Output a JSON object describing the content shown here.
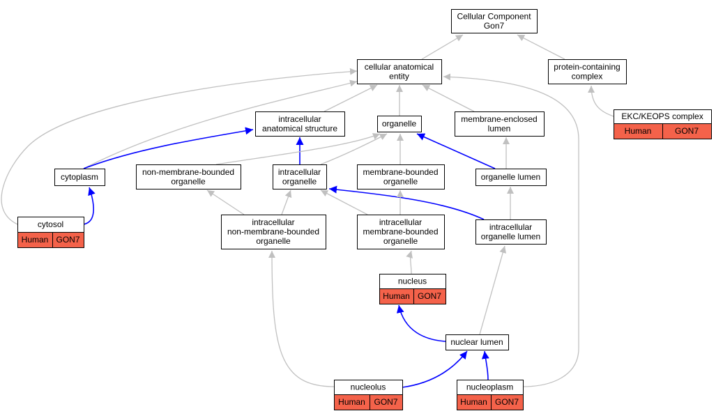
{
  "colors": {
    "regular_edge": "#c0c0c0",
    "highlight_edge": "#0000ff",
    "annotated_cell": "#f4624a",
    "node_fill": "#ffffff",
    "border": "#000000"
  },
  "nodes": {
    "root": {
      "lines": [
        "Cellular Component",
        "Gon7"
      ]
    },
    "cae": {
      "lines": [
        "cellular anatomical",
        "entity"
      ]
    },
    "pcc": {
      "lines": [
        "protein-containing",
        "complex"
      ]
    },
    "ekc": {
      "lines": [
        "EKC/KEOPS complex"
      ],
      "species": "Human",
      "gene": "GON7"
    },
    "ias": {
      "lines": [
        "intracellular",
        "anatomical structure"
      ]
    },
    "org": {
      "lines": [
        "organelle"
      ]
    },
    "mel": {
      "lines": [
        "membrane-enclosed",
        "lumen"
      ]
    },
    "cyt": {
      "lines": [
        "cytoplasm"
      ]
    },
    "nmbo": {
      "lines": [
        "non-membrane-bounded",
        "organelle"
      ]
    },
    "io": {
      "lines": [
        "intracellular",
        "organelle"
      ]
    },
    "mbo": {
      "lines": [
        "membrane-bounded",
        "organelle"
      ]
    },
    "ol": {
      "lines": [
        "organelle lumen"
      ]
    },
    "cytosol": {
      "lines": [
        "cytosol"
      ],
      "species": "Human",
      "gene": "GON7"
    },
    "inmbo": {
      "lines": [
        "intracellular",
        "non-membrane-bounded",
        "organelle"
      ]
    },
    "imbo": {
      "lines": [
        "intracellular",
        "membrane-bounded",
        "organelle"
      ]
    },
    "iol": {
      "lines": [
        "intracellular",
        "organelle lumen"
      ]
    },
    "nucleus": {
      "lines": [
        "nucleus"
      ],
      "species": "Human",
      "gene": "GON7"
    },
    "nl": {
      "lines": [
        "nuclear lumen"
      ]
    },
    "nucleolus": {
      "lines": [
        "nucleolus"
      ],
      "species": "Human",
      "gene": "GON7"
    },
    "nucleoplasm": {
      "lines": [
        "nucleoplasm"
      ],
      "species": "Human",
      "gene": "GON7"
    }
  },
  "edges": [
    {
      "from": "cae",
      "to": "root",
      "kind": "regular"
    },
    {
      "from": "pcc",
      "to": "root",
      "kind": "regular"
    },
    {
      "from": "ekc",
      "to": "pcc",
      "kind": "regular"
    },
    {
      "from": "ias",
      "to": "cae",
      "kind": "regular"
    },
    {
      "from": "org",
      "to": "cae",
      "kind": "regular"
    },
    {
      "from": "mel",
      "to": "cae",
      "kind": "regular"
    },
    {
      "from": "cyt",
      "to": "cae",
      "kind": "regular"
    },
    {
      "from": "cytosol",
      "to": "cae",
      "kind": "regular"
    },
    {
      "from": "nucleoplasm",
      "to": "cae",
      "kind": "regular"
    },
    {
      "from": "cyt",
      "to": "ias",
      "kind": "highlight"
    },
    {
      "from": "cytosol",
      "to": "cyt",
      "kind": "highlight"
    },
    {
      "from": "io",
      "to": "ias",
      "kind": "highlight"
    },
    {
      "from": "nmbo",
      "to": "org",
      "kind": "regular"
    },
    {
      "from": "io",
      "to": "org",
      "kind": "regular"
    },
    {
      "from": "mbo",
      "to": "org",
      "kind": "regular"
    },
    {
      "from": "ol",
      "to": "org",
      "kind": "highlight"
    },
    {
      "from": "ol",
      "to": "mel",
      "kind": "regular"
    },
    {
      "from": "inmbo",
      "to": "nmbo",
      "kind": "regular"
    },
    {
      "from": "inmbo",
      "to": "io",
      "kind": "regular"
    },
    {
      "from": "imbo",
      "to": "io",
      "kind": "regular"
    },
    {
      "from": "iol",
      "to": "io",
      "kind": "highlight"
    },
    {
      "from": "imbo",
      "to": "mbo",
      "kind": "regular"
    },
    {
      "from": "iol",
      "to": "ol",
      "kind": "regular"
    },
    {
      "from": "nucleus",
      "to": "imbo",
      "kind": "regular"
    },
    {
      "from": "nl",
      "to": "nucleus",
      "kind": "highlight"
    },
    {
      "from": "nl",
      "to": "iol",
      "kind": "regular"
    },
    {
      "from": "nucleolus",
      "to": "inmbo",
      "kind": "regular"
    },
    {
      "from": "nucleolus",
      "to": "nl",
      "kind": "highlight"
    },
    {
      "from": "nucleoplasm",
      "to": "nl",
      "kind": "highlight"
    }
  ]
}
